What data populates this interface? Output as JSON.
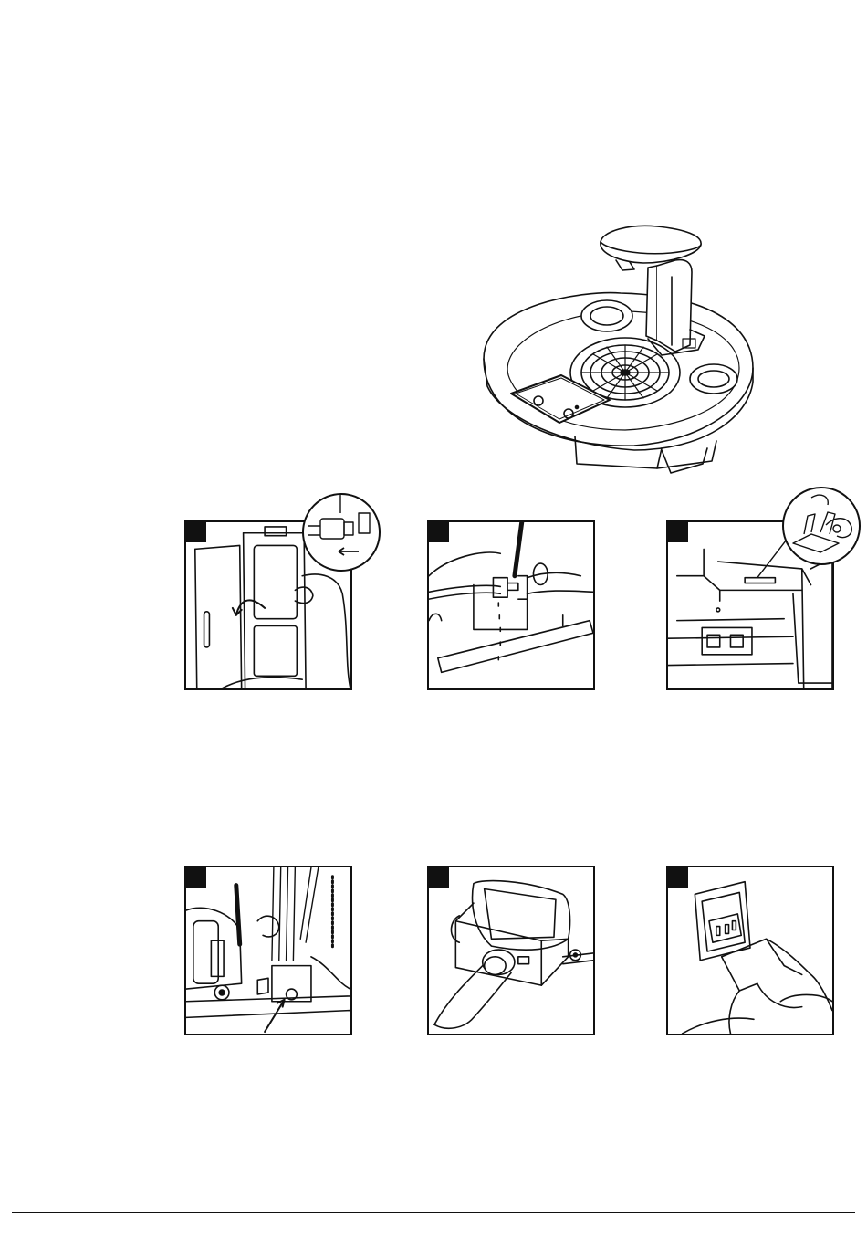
{
  "document": {
    "product_illustration": "water-dispenser",
    "steps": [
      {
        "id": "step-1",
        "icon": "filter-cabinet-icon"
      },
      {
        "id": "step-2",
        "icon": "drain-valve-icon"
      },
      {
        "id": "step-3",
        "icon": "float-switch-icon"
      },
      {
        "id": "step-4",
        "icon": "compressor-bay-icon"
      },
      {
        "id": "step-5",
        "icon": "connector-box-icon"
      },
      {
        "id": "step-6",
        "icon": "power-socket-icon"
      }
    ]
  }
}
